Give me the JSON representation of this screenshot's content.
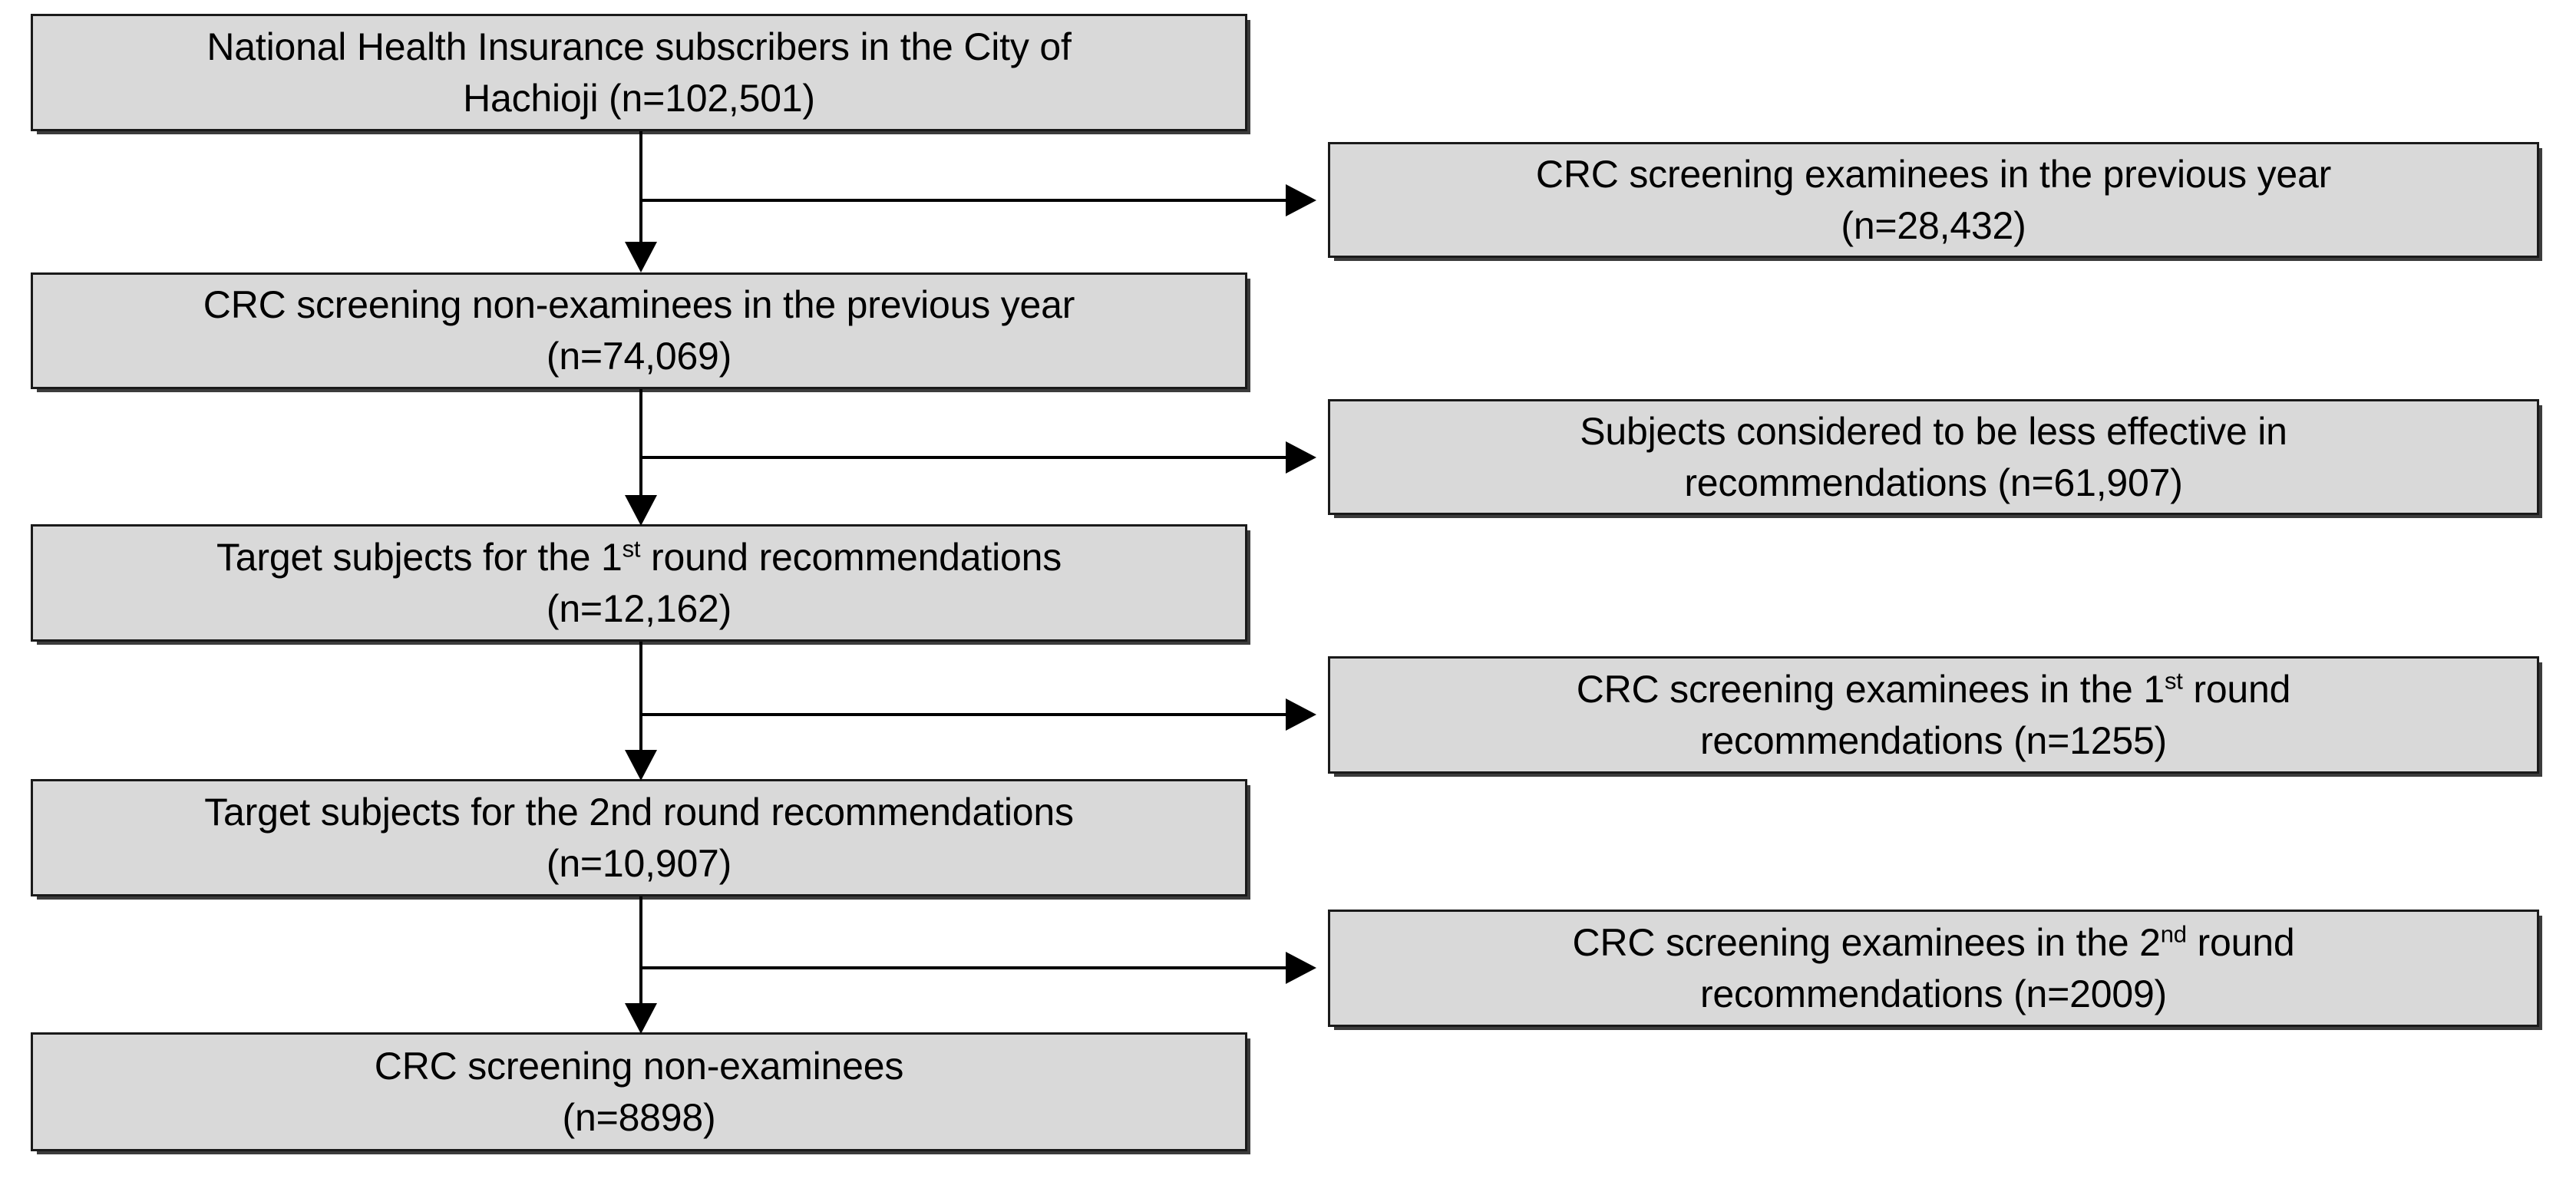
{
  "figure": {
    "type": "flowchart",
    "orientation": "vertical-with-right-branches",
    "background_color": "#ffffff",
    "box_fill_color": "#d9d9d9",
    "box_border_color": "#1a1a1a",
    "connector_color": "#000000"
  },
  "main_flow": [
    {
      "id": "subscribers",
      "line1": "National Health Insurance subscribers in the City of",
      "line2": "Hachioji (n=102,501)",
      "n": "102,501"
    },
    {
      "id": "non-examinees-previous-year",
      "line1": "CRC screening non-examinees in the previous year",
      "line2": "(n=74,069)",
      "n": "74,069"
    },
    {
      "id": "target-1st-round",
      "line1_a": "Target subjects for the 1",
      "line1_sup": "st",
      "line1_b": " round recommendations",
      "line2": "(n=12,162)",
      "n": "12,162"
    },
    {
      "id": "target-2nd-round",
      "line1": "Target subjects for the 2nd round recommendations",
      "line2": "(n=10,907)",
      "n": "10,907"
    },
    {
      "id": "final-non-examinees",
      "line1": "CRC screening non-examinees",
      "line2": "(n=8898)",
      "n": "8898"
    }
  ],
  "branches": [
    {
      "id": "examinees-previous-year",
      "line1": "CRC screening examinees in the previous year",
      "line2": "(n=28,432)",
      "n": "28,432"
    },
    {
      "id": "less-effective-subjects",
      "line1": "Subjects considered to be less effective in",
      "line2": "recommendations (n=61,907)",
      "n": "61,907"
    },
    {
      "id": "examinees-1st-round",
      "line1_a": "CRC screening examinees in the 1",
      "line1_sup": "st",
      "line1_b": "  round",
      "line2": "recommendations (n=1255)",
      "n": "1255"
    },
    {
      "id": "examinees-2nd-round",
      "line1_a": "CRC screening examinees in the 2",
      "line1_sup": "nd",
      "line1_b": "  round",
      "line2": "recommendations (n=2009)",
      "n": "2009"
    }
  ]
}
